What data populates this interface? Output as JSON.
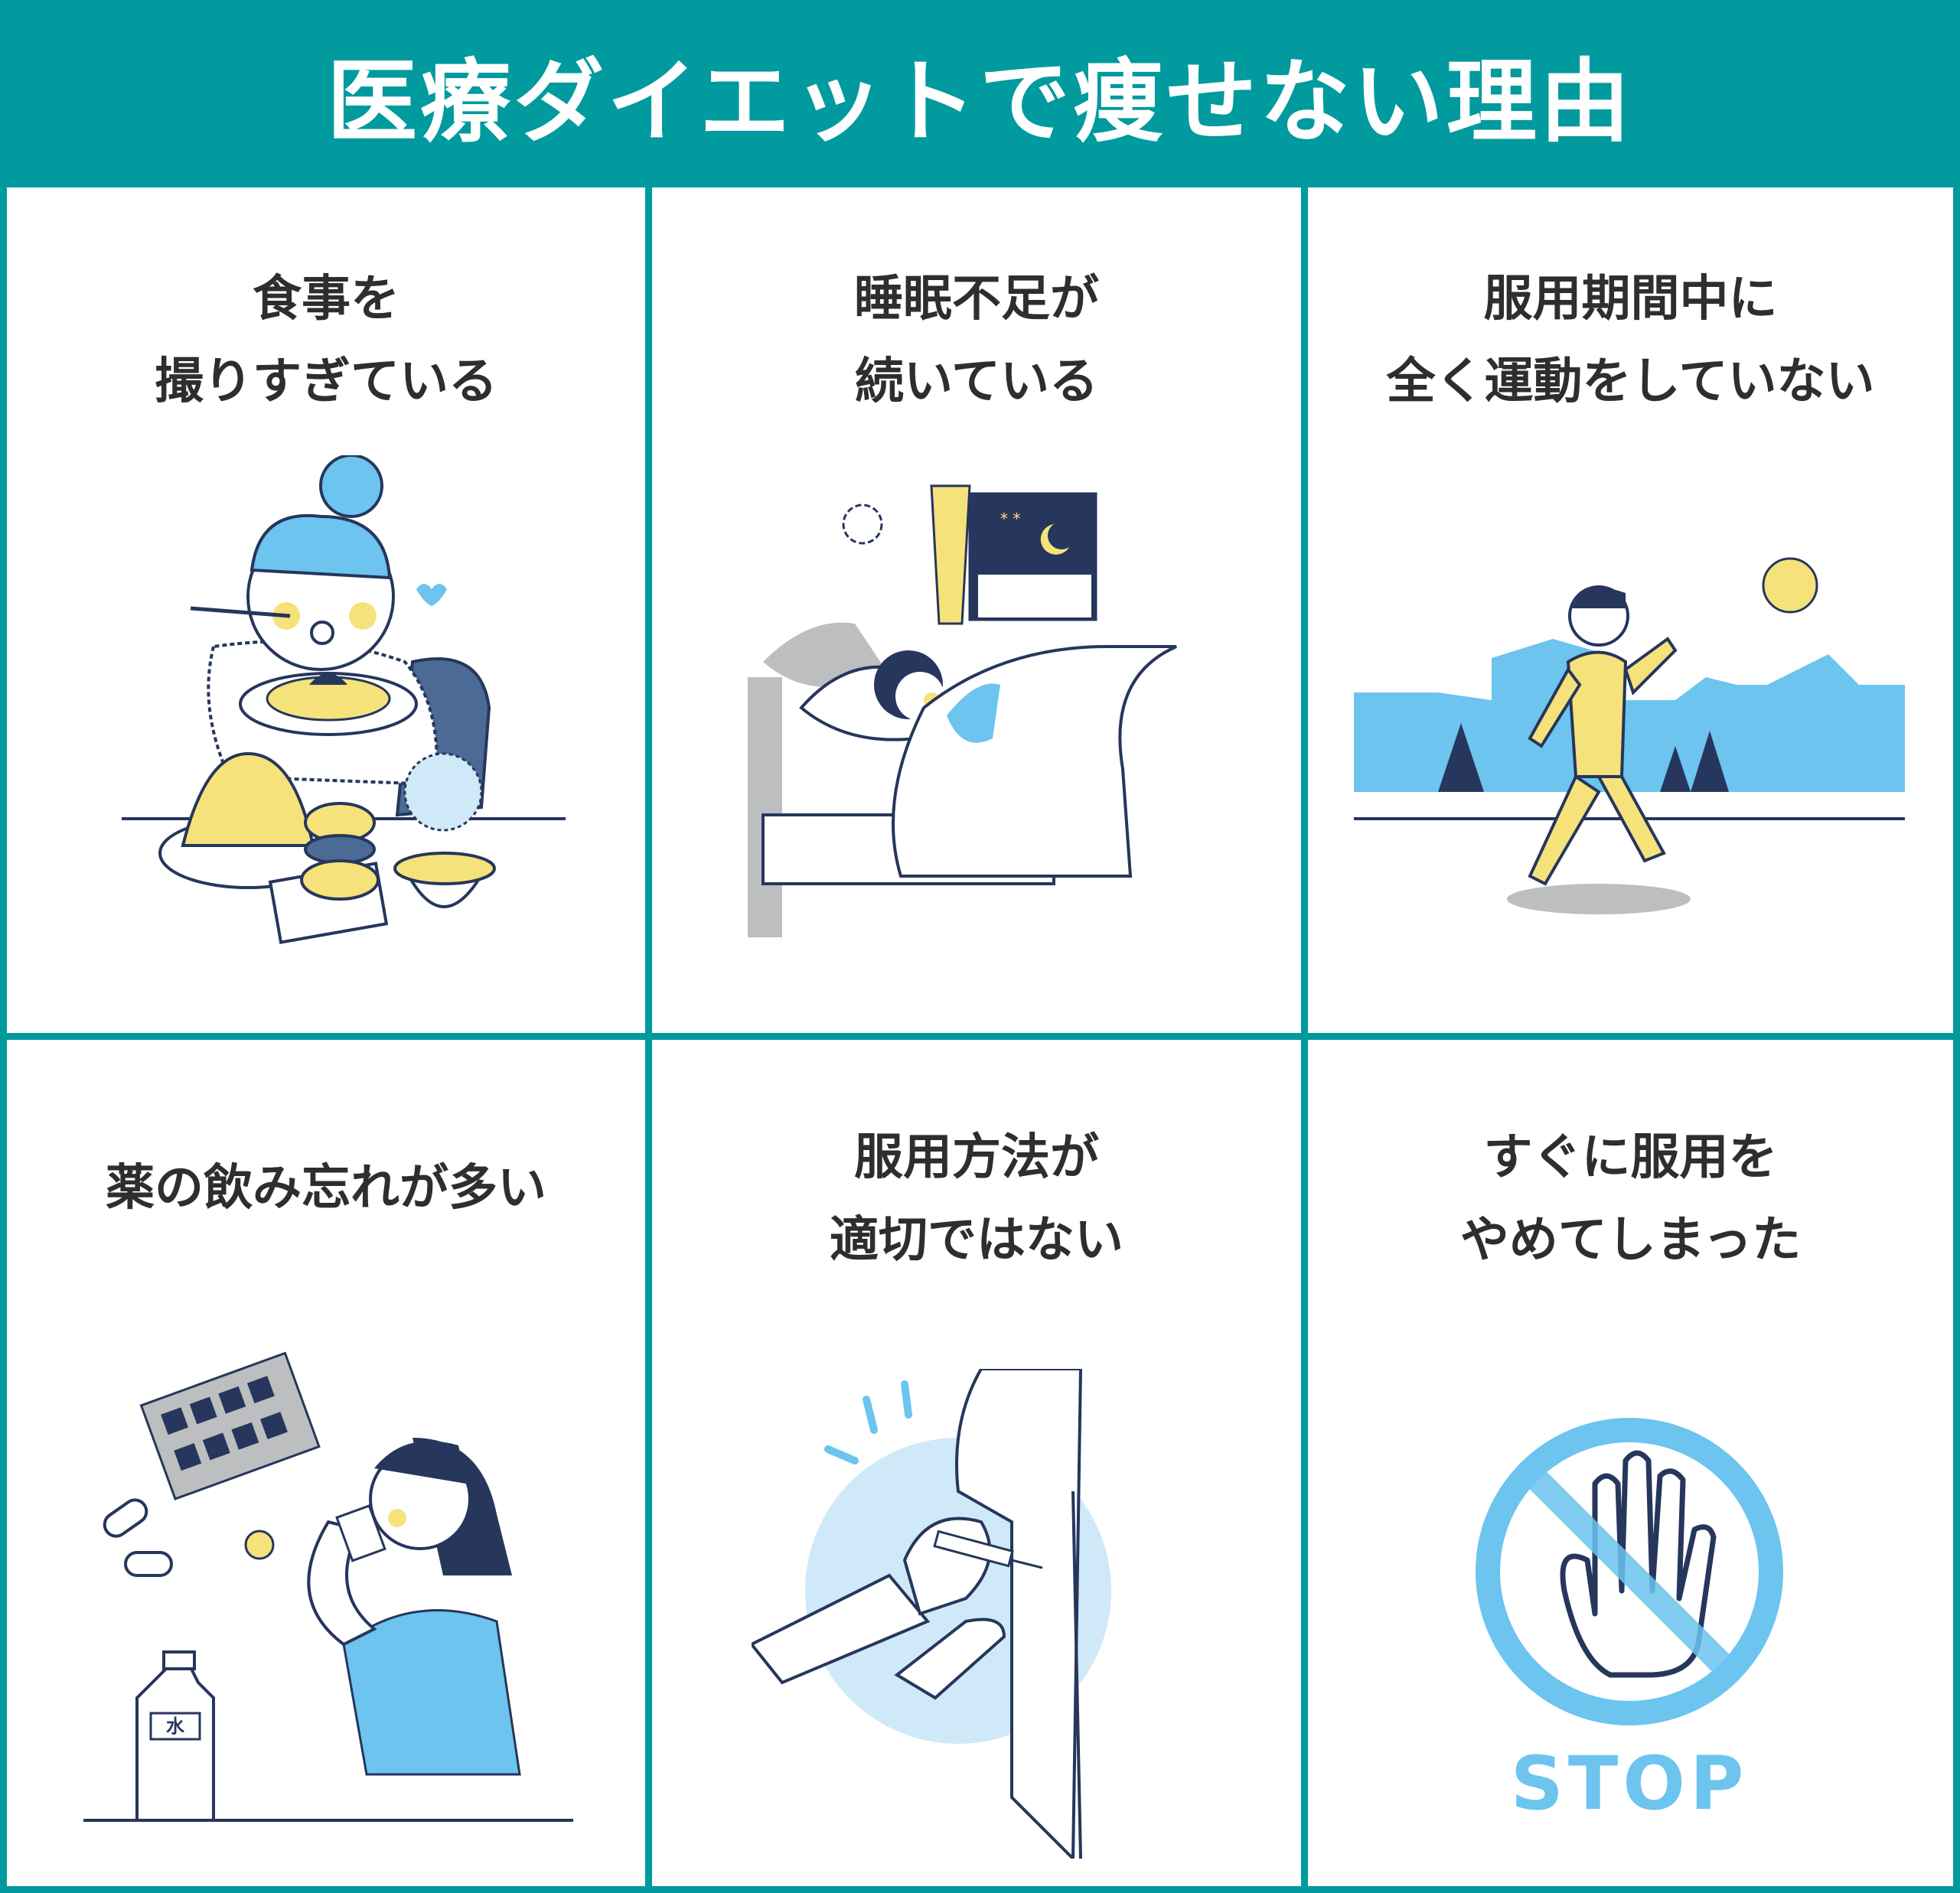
{
  "header": {
    "title": "医療ダイエットで痩せない理由"
  },
  "reasons": [
    {
      "line1": "食事を",
      "line2": "撮りすぎている",
      "icon": "overeating-illustration"
    },
    {
      "line1": "睡眠不足が",
      "line2": "続いている",
      "icon": "sleeping-illustration"
    },
    {
      "line1": "服用期間中に",
      "line2": "全く運動をしていない",
      "icon": "walking-illustration"
    },
    {
      "line1": "薬の飲み忘れが多い",
      "line2": "",
      "icon": "taking-medicine-illustration"
    },
    {
      "line1": "服用方法が",
      "line2": "適切ではない",
      "icon": "injection-illustration"
    },
    {
      "line1": "すぐに服用を",
      "line2": "やめてしまった",
      "icon": "stop-hand-illustration"
    }
  ],
  "illustration_text": {
    "water_label": "水",
    "stop_label": "STOP"
  },
  "colors": {
    "teal": "#019a9e",
    "blue": "#6cc4ef",
    "navy": "#26365c",
    "yellow": "#f6e27a",
    "gray": "#bcbec0"
  }
}
